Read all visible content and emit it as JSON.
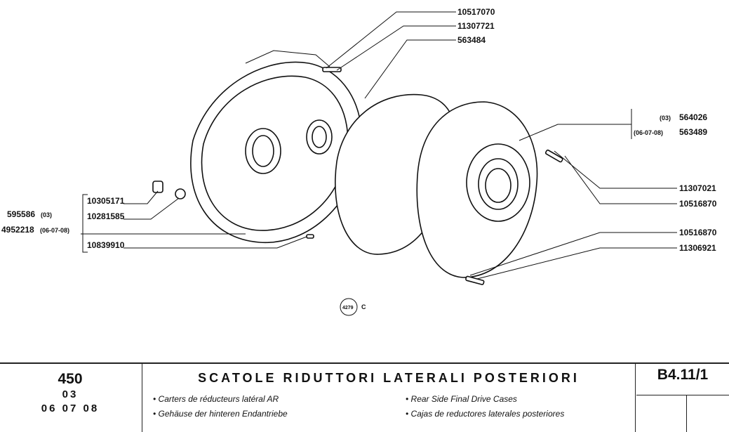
{
  "diagram": {
    "top_refs": [
      "10517070",
      "11307721",
      "563484"
    ],
    "right_refs": [
      {
        "variant": "(03)",
        "part": "564026"
      },
      {
        "variant": "(06-07-08)",
        "part": "563489"
      }
    ],
    "right_bolts": [
      "11307021",
      "10516870"
    ],
    "right_lower": [
      "10516870",
      "11306921"
    ],
    "left_refs": [
      "10305171",
      "10281585",
      "10839910"
    ],
    "left_assemblies": [
      {
        "part": "595586",
        "variant": "(03)"
      },
      {
        "part": "4952218",
        "variant": "(06-07-08)"
      }
    ],
    "figure_number": "4279",
    "figure_suffix": "C"
  },
  "footer": {
    "model": "450",
    "variant_line1": "03",
    "variant_line2": "06 07 08",
    "title": "SCATOLE RIDUTTORI LATERALI POSTERIORI",
    "sub_fr": "• Carters de réducteurs latéral AR",
    "sub_de": "• Gehäuse der hinteren Endantriebe",
    "sub_en": "• Rear Side Final Drive Cases",
    "sub_es": "• Cajas de reductores laterales posteriores",
    "page_code": "B4.11",
    "page_index": "/1"
  }
}
